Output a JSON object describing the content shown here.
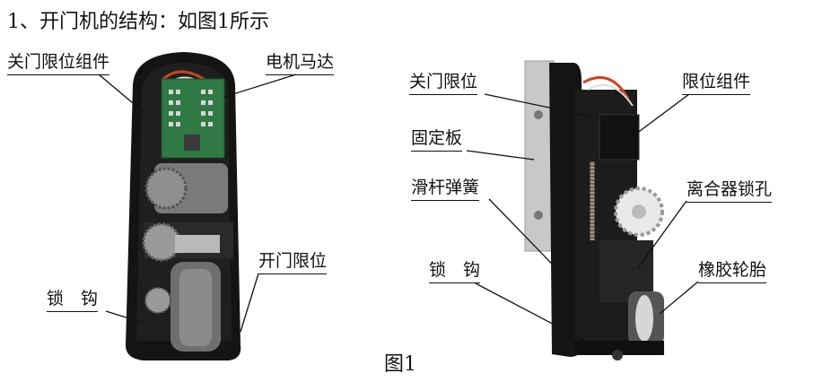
{
  "heading": "1、开门机的结构：如图1所示",
  "caption": "图1",
  "left_labels": {
    "close_limit_assembly": "关门限位组件",
    "motor": "电机马达",
    "open_limit": "开门限位",
    "lock_hook": "锁　钩"
  },
  "right_labels": {
    "close_limit": "关门限位",
    "limit_assembly": "限位组件",
    "fixing_plate": "固定板",
    "slide_spring": "滑杆弹簧",
    "clutch_lock_hole": "离合器锁孔",
    "lock_hook": "锁　钩",
    "rubber_tire": "橡胶轮胎"
  },
  "colors": {
    "housing": "#1a1a1a",
    "pcb": "#2f7a45",
    "metal": "#a9a9a9",
    "plate": "#c8c8c8"
  }
}
